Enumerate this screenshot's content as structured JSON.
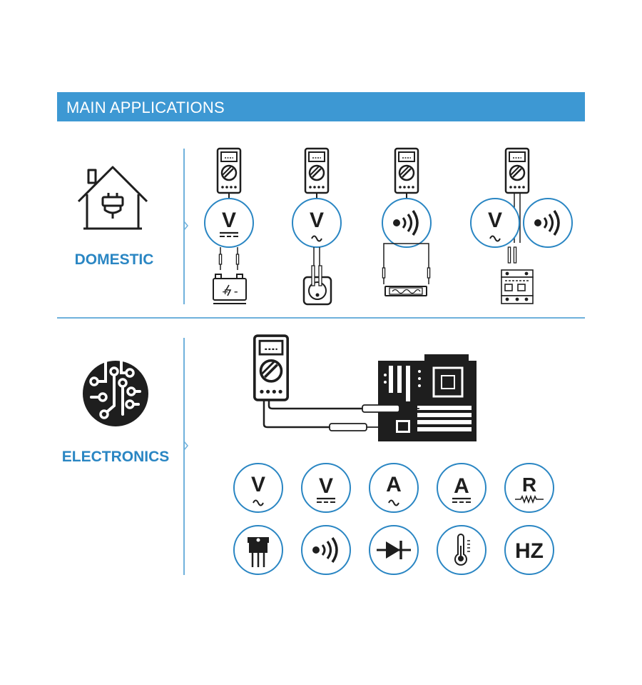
{
  "header": {
    "title": "MAIN APPLICATIONS"
  },
  "sections": {
    "domestic": {
      "label": "DOMESTIC"
    },
    "electronics": {
      "label": "ELECTRONICS"
    }
  },
  "symbols": {
    "volt": "V",
    "ampere": "A",
    "resistance": "R",
    "frequency": "HZ"
  },
  "colors": {
    "accent": "#3d98d3",
    "label": "#2a86c3",
    "divider": "#6fb1dc",
    "icon": "#1e1e1e"
  }
}
